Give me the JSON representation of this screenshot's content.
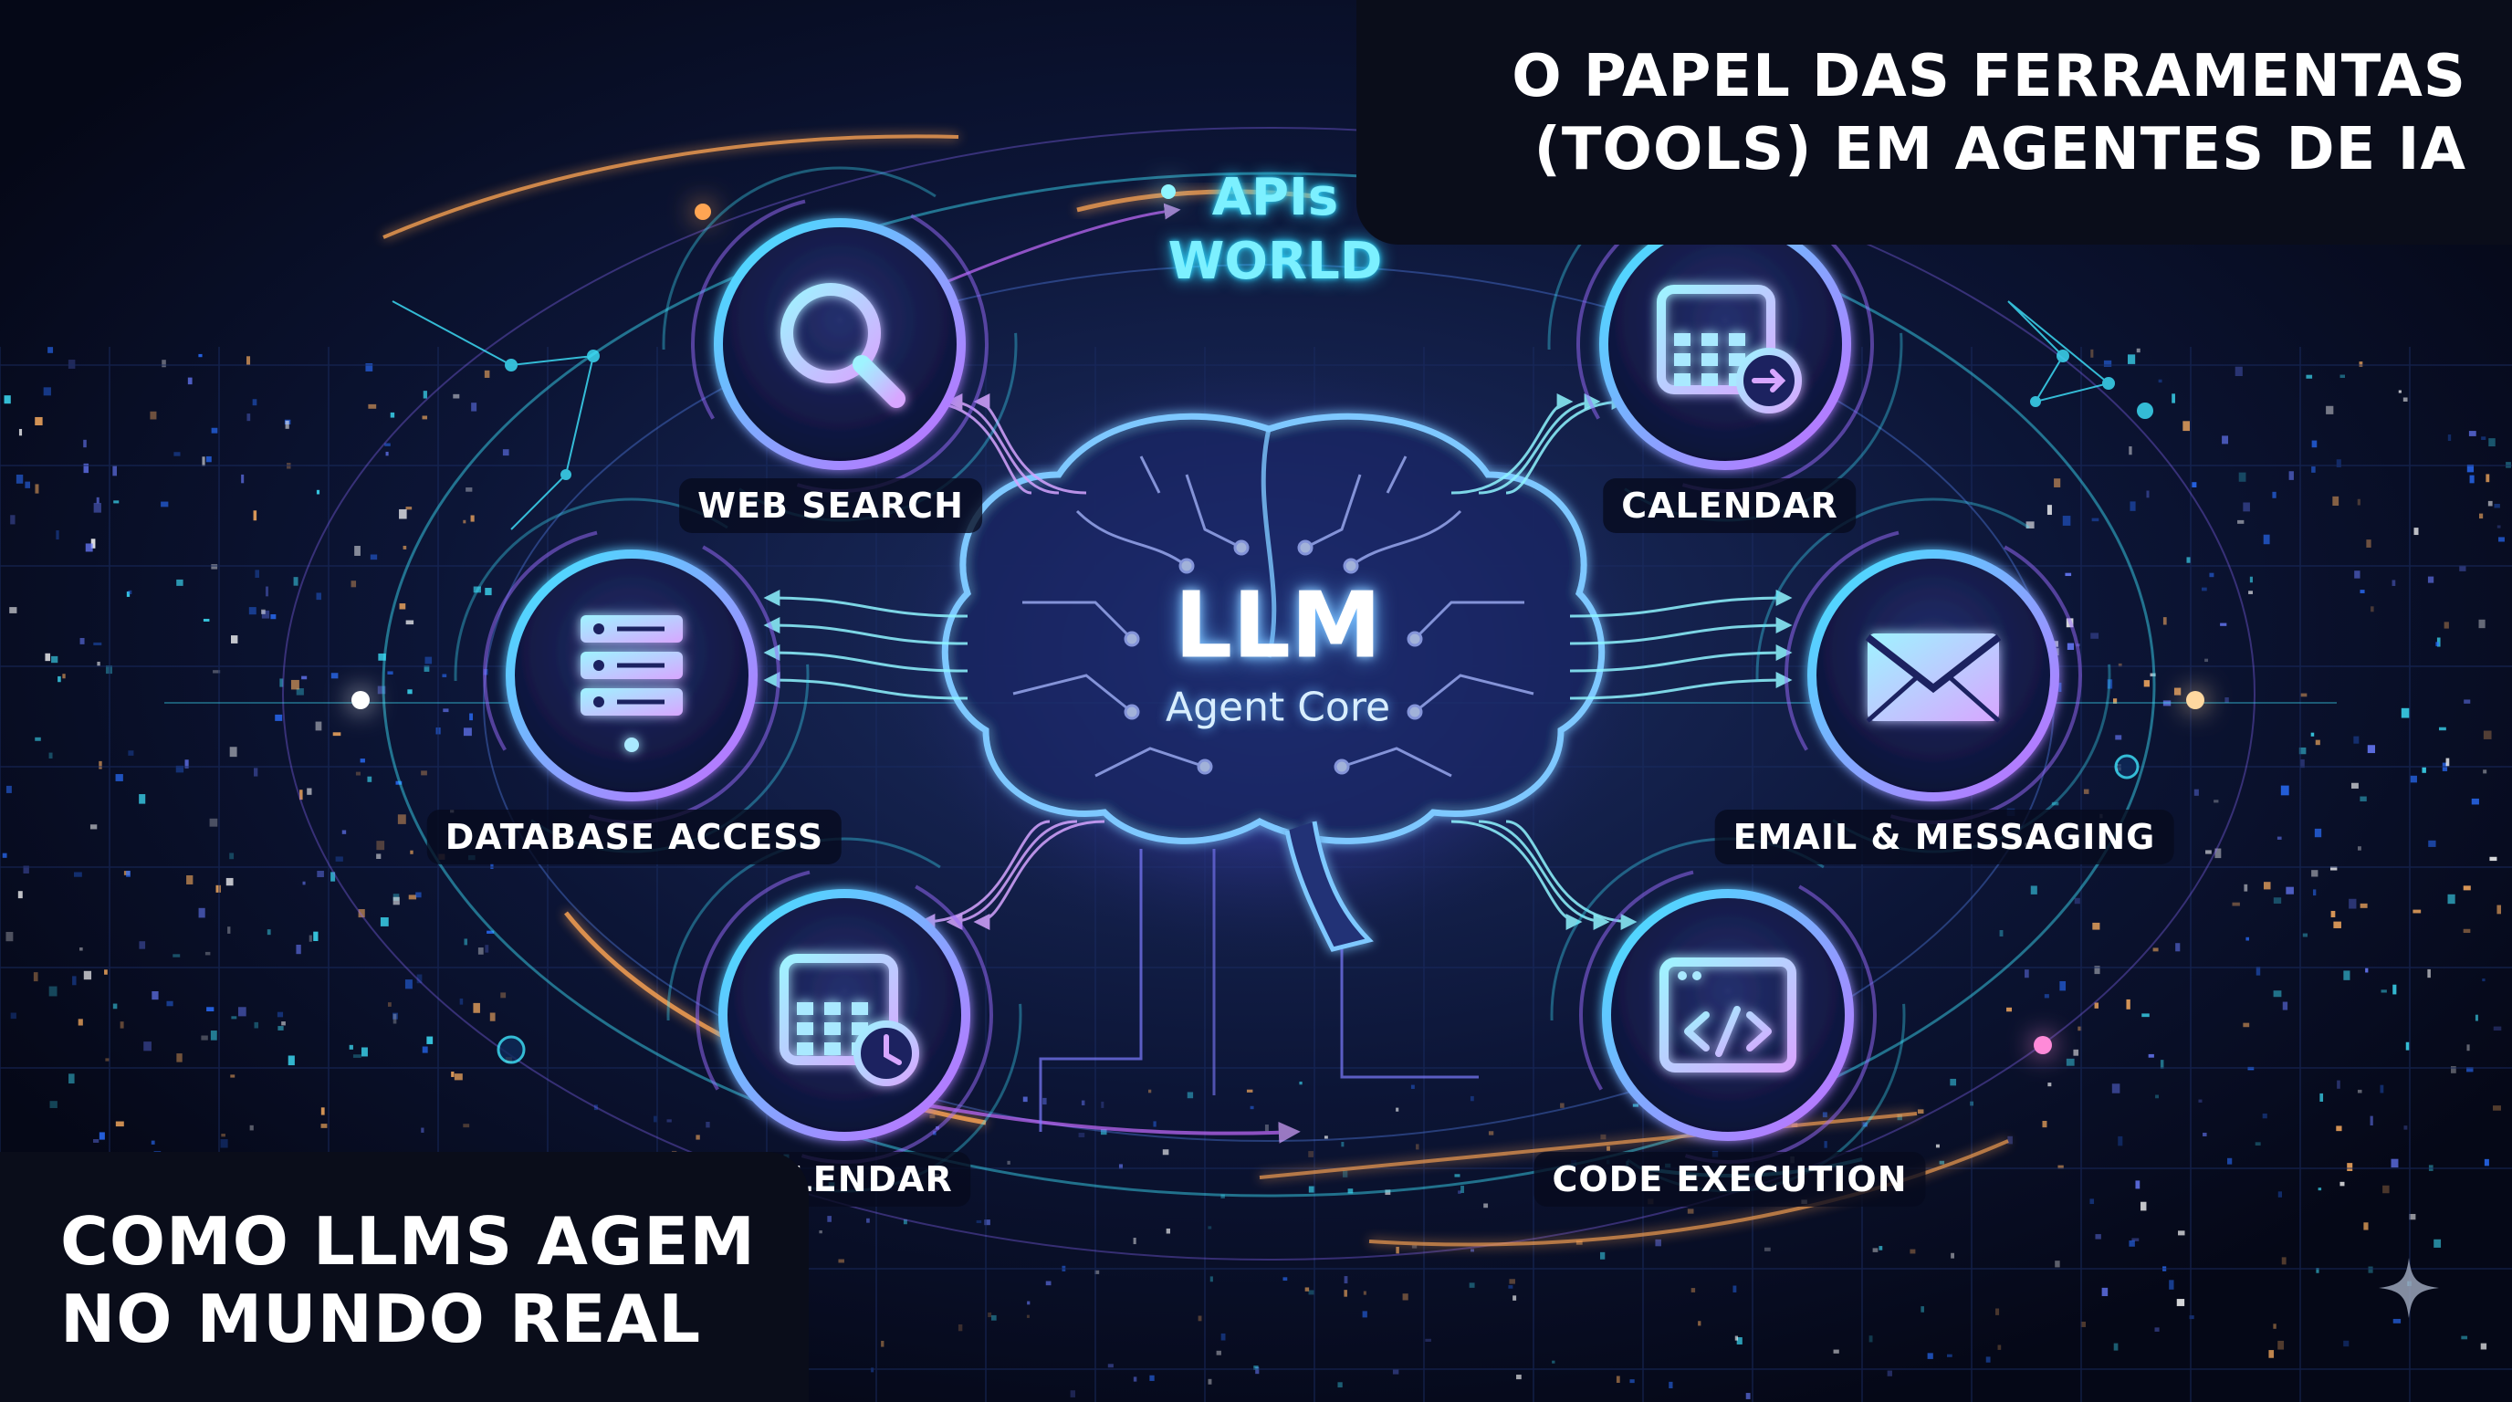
{
  "title": {
    "line1": "O PAPEL DAS FERRAMENTAS",
    "line2": "(TOOLS) EM AGENTES DE IA"
  },
  "subtitle": {
    "line1": "COMO LLMS AGEM",
    "line2": "NO MUNDO REAL"
  },
  "apis": {
    "line1": "APIs",
    "line2": "WORLD"
  },
  "core": {
    "title": "LLM",
    "subtitle": "Agent Core"
  },
  "tools": {
    "web_search": "WEB SEARCH",
    "calendar_top": "CALENDAR",
    "database": "DATABASE ACCESS",
    "email": "EMAIL & MESSAGING",
    "calendar_bottom": "CALENDAR",
    "code": "CODE EXECUTION"
  },
  "icons": {
    "web_search": "magnifier-icon",
    "calendar_top": "calendar-arrow-icon",
    "database": "server-stack-icon",
    "email": "envelope-icon",
    "calendar_bottom": "calendar-clock-icon",
    "code": "code-window-icon",
    "core": "brain-circuit-icon",
    "corner": "sparkle-icon"
  },
  "colors": {
    "background": "#070c22",
    "cyan": "#3fe6ff",
    "violet": "#b26bff",
    "orange": "#ffa552",
    "blue": "#5c8dff"
  }
}
